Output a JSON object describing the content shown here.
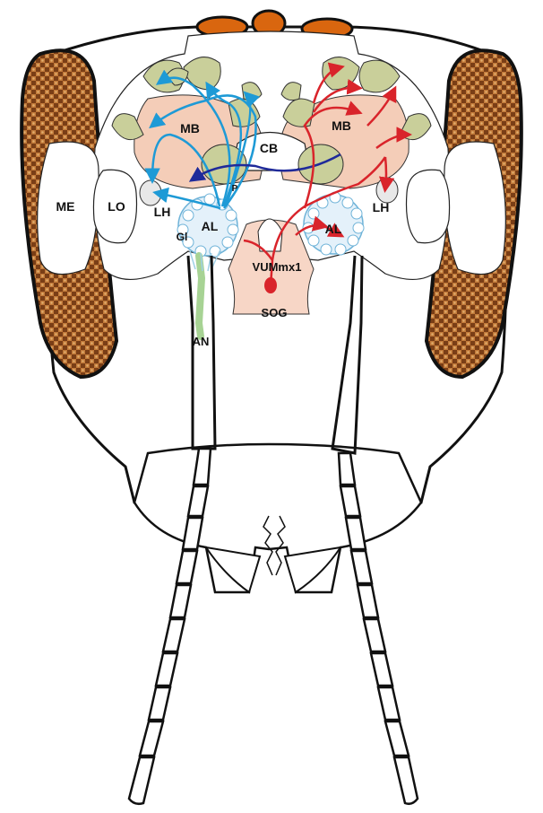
{
  "labels": {
    "mb_left": "MB",
    "mb_right": "MB",
    "cb": "CB",
    "me": "ME",
    "lo": "LO",
    "lh_left": "LH",
    "lh_right": "LH",
    "al_left": "AL",
    "al_right": "AL",
    "gl": "Gl",
    "vummx1": "VUMmx1",
    "sog": "SOG",
    "an": "AN",
    "p": "P"
  },
  "colors": {
    "outline": "#111111",
    "eye_fill": "#8a4a1c",
    "ocelli": "#d9660f",
    "calyx": "#c9cf9a",
    "mb_body": "#f4cdb8",
    "sog_body": "#f7d6c6",
    "projection_blue": "#1e9ad6",
    "vum_red": "#d9242b",
    "cb_dark_blue": "#1f2a9a",
    "antennal_nerve": "#a7d394",
    "glomeruli": "#6fb3d8"
  }
}
